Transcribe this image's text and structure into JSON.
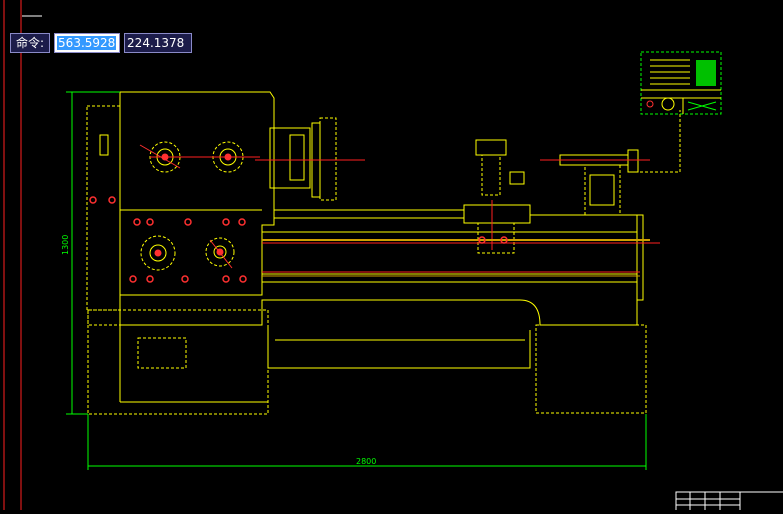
{
  "command": {
    "label": "命令:",
    "x_value": "563.5928",
    "y_value": "224.1378"
  },
  "dimensions": {
    "height_label": "1300",
    "width_label": "2800"
  },
  "colors": {
    "background": "#000000",
    "drawing": "#ffff00",
    "center_line": "#ff2020",
    "dimension": "#00ff00",
    "annotation": "#00ff00",
    "frame": "#ffffff",
    "cmd_bg": "#1c1c4a",
    "selection": "#3399ff"
  }
}
